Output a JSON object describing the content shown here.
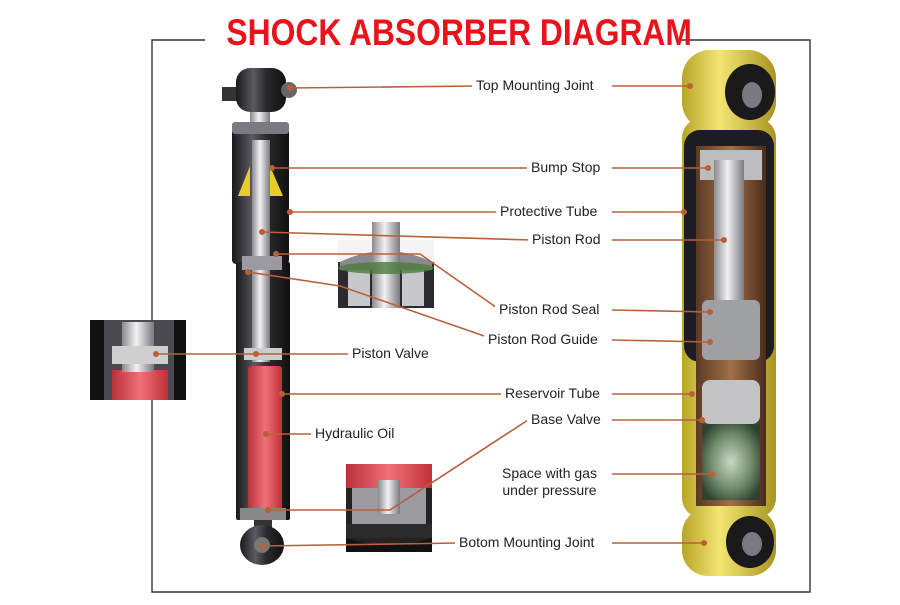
{
  "title": "SHOCK ABSORBER DIAGRAM",
  "colors": {
    "title_red": "#e8141c",
    "leader_line": "#b8603a",
    "frame": "#333333",
    "hydraulic_oil": "#e8505a",
    "outer_body": "#e6d44a",
    "tube_dark": "#2a2a2e",
    "chrome": "#c9c9cc"
  },
  "labels": {
    "top_mounting_joint": "Top Mounting Joint",
    "bump_stop": "Bump Stop",
    "protective_tube": "Protective Tube",
    "piston_rod": "Piston Rod",
    "piston_rod_seal": "Piston Rod Seal",
    "piston_rod_guide": "Piston Rod Guide",
    "piston_valve": "Piston Valve",
    "reservoir_tube": "Reservoir Tube",
    "base_valve": "Base Valve",
    "hydraulic_oil": "Hydraulic Oil",
    "gas_space_line1": "Space with gas",
    "gas_space_line2": "under pressure",
    "bottom_mounting_joint": "Botom Mounting Joint"
  }
}
